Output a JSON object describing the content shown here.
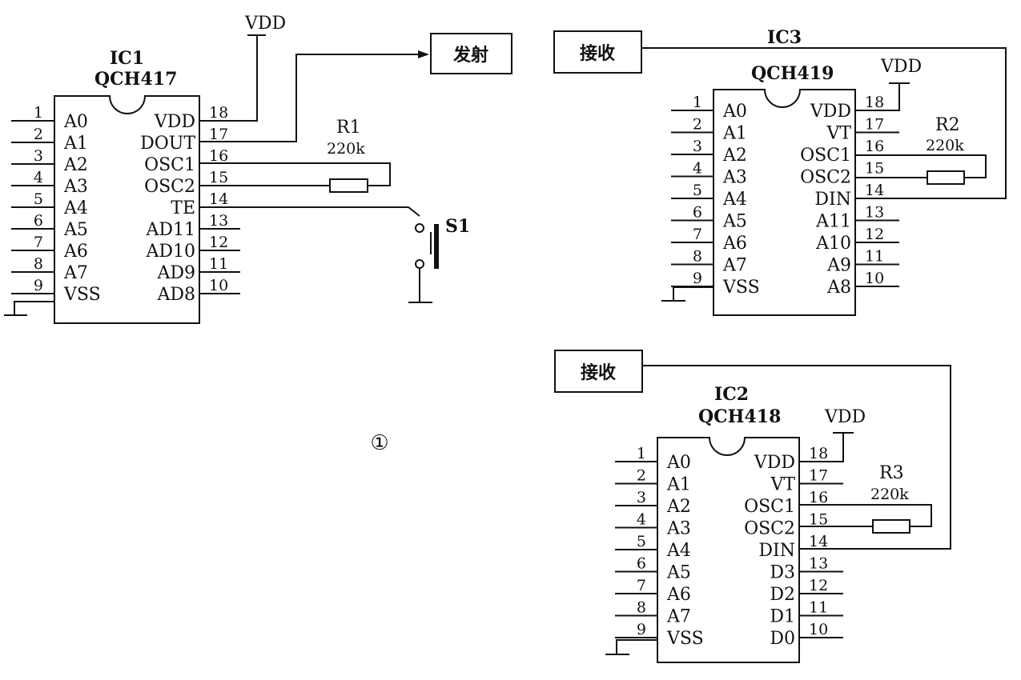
{
  "figure": {
    "number_label": "①"
  },
  "ic1": {
    "name": "IC1",
    "part": "QCH417",
    "left_pins": [
      {
        "num": "1",
        "label": "A0"
      },
      {
        "num": "2",
        "label": "A1"
      },
      {
        "num": "3",
        "label": "A2"
      },
      {
        "num": "4",
        "label": "A3"
      },
      {
        "num": "5",
        "label": "A4"
      },
      {
        "num": "6",
        "label": "A5"
      },
      {
        "num": "7",
        "label": "A6"
      },
      {
        "num": "8",
        "label": "A7"
      },
      {
        "num": "9",
        "label": "VSS"
      }
    ],
    "right_pins": [
      {
        "num": "18",
        "label": "VDD"
      },
      {
        "num": "17",
        "label": "DOUT"
      },
      {
        "num": "16",
        "label": "OSC1"
      },
      {
        "num": "15",
        "label": "OSC2"
      },
      {
        "num": "14",
        "label": "TE"
      },
      {
        "num": "13",
        "label": "AD11"
      },
      {
        "num": "12",
        "label": "AD10"
      },
      {
        "num": "11",
        "label": "AD9"
      },
      {
        "num": "10",
        "label": "AD8"
      }
    ],
    "vdd": "VDD",
    "resistor": {
      "name": "R1",
      "value": "220k"
    },
    "switch": "S1",
    "output_box": "发射"
  },
  "ic3": {
    "name": "IC3",
    "part": "QCH419",
    "left_pins": [
      {
        "num": "1",
        "label": "A0"
      },
      {
        "num": "2",
        "label": "A1"
      },
      {
        "num": "3",
        "label": "A2"
      },
      {
        "num": "4",
        "label": "A3"
      },
      {
        "num": "5",
        "label": "A4"
      },
      {
        "num": "6",
        "label": "A5"
      },
      {
        "num": "7",
        "label": "A6"
      },
      {
        "num": "8",
        "label": "A7"
      },
      {
        "num": "9",
        "label": "VSS"
      }
    ],
    "right_pins": [
      {
        "num": "18",
        "label": "VDD"
      },
      {
        "num": "17",
        "label": "VT"
      },
      {
        "num": "16",
        "label": "OSC1"
      },
      {
        "num": "15",
        "label": "OSC2"
      },
      {
        "num": "14",
        "label": "DIN"
      },
      {
        "num": "13",
        "label": "A11"
      },
      {
        "num": "12",
        "label": "A10"
      },
      {
        "num": "11",
        "label": "A9"
      },
      {
        "num": "10",
        "label": "A8"
      }
    ],
    "vdd": "VDD",
    "resistor": {
      "name": "R2",
      "value": "220k"
    },
    "input_box": "接收"
  },
  "ic2": {
    "name": "IC2",
    "part": "QCH418",
    "left_pins": [
      {
        "num": "1",
        "label": "A0"
      },
      {
        "num": "2",
        "label": "A1"
      },
      {
        "num": "3",
        "label": "A2"
      },
      {
        "num": "4",
        "label": "A3"
      },
      {
        "num": "5",
        "label": "A4"
      },
      {
        "num": "6",
        "label": "A5"
      },
      {
        "num": "7",
        "label": "A6"
      },
      {
        "num": "8",
        "label": "A7"
      },
      {
        "num": "9",
        "label": "VSS"
      }
    ],
    "right_pins": [
      {
        "num": "18",
        "label": "VDD"
      },
      {
        "num": "17",
        "label": "VT"
      },
      {
        "num": "16",
        "label": "OSC1"
      },
      {
        "num": "15",
        "label": "OSC2"
      },
      {
        "num": "14",
        "label": "DIN"
      },
      {
        "num": "13",
        "label": "D3"
      },
      {
        "num": "12",
        "label": "D2"
      },
      {
        "num": "11",
        "label": "D1"
      },
      {
        "num": "10",
        "label": "D0"
      }
    ],
    "vdd": "VDD",
    "resistor": {
      "name": "R3",
      "value": "220k"
    },
    "input_box": "接收"
  }
}
